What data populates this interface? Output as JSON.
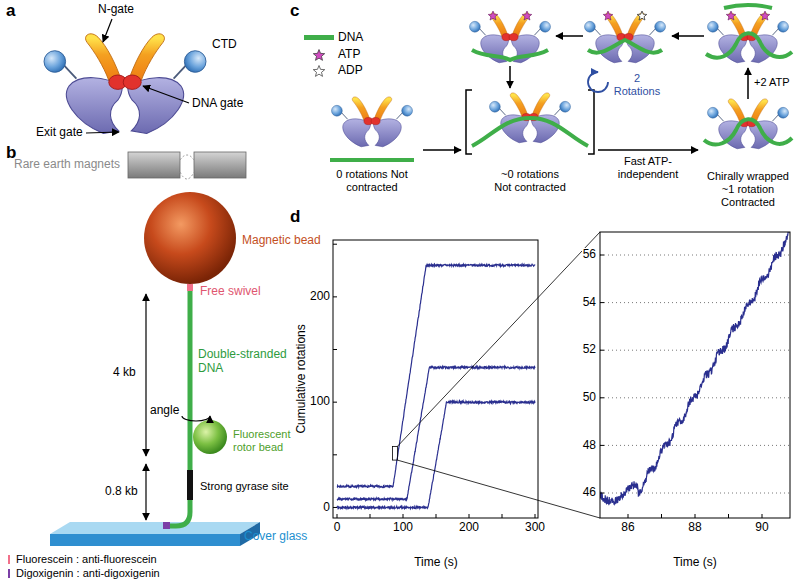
{
  "diagram": {
    "nodes": [
      {
        "text": [
          "0 rotations Not contracted"
        ]
      },
      {
        "text": [
          "~0 rotations Not contracted"
        ]
      },
      {
        "text": [
          "Chirally wrapped ~1 rotation Contracted"
        ]
      }
    ],
    "edges": [
      {
        "from": 0,
        "to": 1,
        "arrow": "to"
      },
      {
        "from": 1,
        "to": 2,
        "label": "Fast ATP-independent",
        "arrow": "to"
      }
    ],
    "labels": [
      "a",
      "N-gate",
      "CTD",
      "DNA gate",
      "Exit gate",
      "b",
      "Rare earth magnets",
      "Magnetic bead",
      "Free swivel",
      "Double-stranded DNA",
      "4 kb",
      "angle",
      "0.8 kb",
      "Fluorescent rotor bead",
      "Strong gyrase site",
      "Cover glass",
      "c",
      "2 Rotations",
      "+2 ATP",
      "d",
      "Cumulative rotations",
      "0",
      "100",
      "200",
      "0",
      "100",
      "200",
      "300",
      "Time (s)",
      "46",
      "48",
      "50",
      "52",
      "54",
      "56",
      "86",
      "88",
      "90",
      "Time (s)"
    ],
    "legend": [
      {
        "text": "Fluorescein : anti-fluorescein"
      },
      {
        "text": "Digoxigenin : anti-digoxigenin"
      },
      {
        "text": "DNA",
        "color": "#3fae49"
      },
      {
        "text": "ATP"
      },
      {
        "text": "ADP"
      }
    ]
  }
}
